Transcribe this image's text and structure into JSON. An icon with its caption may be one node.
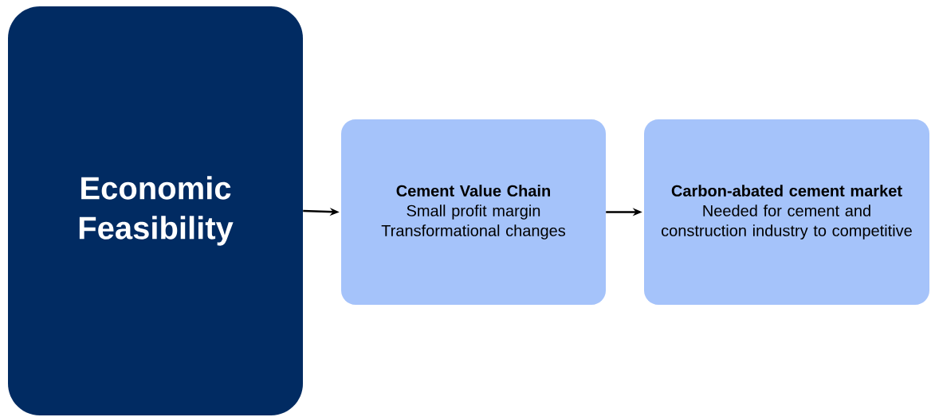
{
  "diagram": {
    "nodes": [
      {
        "text": [
          "Economic Feasibility"
        ]
      },
      {
        "text": [
          "Cement Value Chain",
          "Small profit margin",
          "Transformational changes"
        ]
      },
      {
        "text": [
          "Carbon-abated cement market",
          "Needed for cement and construction industry to competitive"
        ]
      }
    ],
    "edges": [
      {
        "from": 0,
        "to": 1,
        "arrow": "to"
      },
      {
        "from": 1,
        "to": 2,
        "arrow": "to"
      }
    ]
  }
}
